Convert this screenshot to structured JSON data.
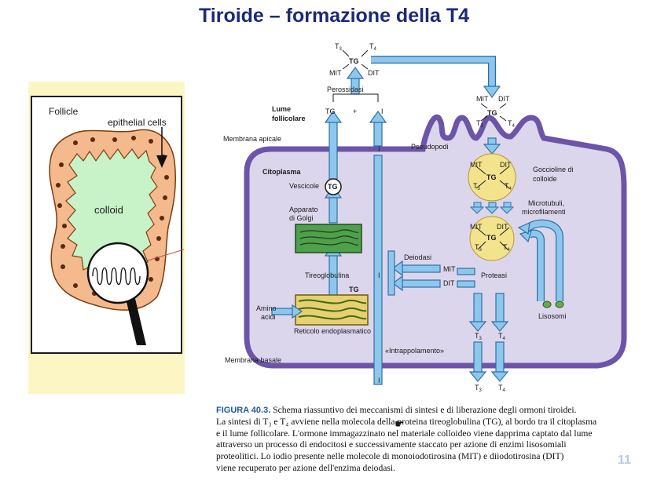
{
  "title": "Tiroide – formazione della T4",
  "follicle": {
    "follicle_label": "Follicle",
    "epithelial_label": "epithelial cells",
    "colloid_label": "colloid"
  },
  "cell": {
    "tg_top": "TG",
    "t3_top": "T",
    "t3_top_sub": "3",
    "t4_top": "T",
    "t4_top_sub": "4",
    "mit_top": "MIT",
    "dit_top": "DIT",
    "perossidasi": "Perossidasi",
    "lume_line1": "Lume",
    "lume_line2": "follicolare",
    "tg_plus_i_tg": "TG",
    "tg_plus_i_plus": "+",
    "tg_plus_i_i": "I",
    "mit_right": "MIT",
    "dit_right": "DIT",
    "tg_right": "TG",
    "t3_right": "T",
    "t3_right_sub": "3",
    "t4_right": "T",
    "t4_right_sub": "4",
    "membrana_apicale": "Membrana apicale",
    "pseudopodi": "Pseudopodi",
    "i_minus_1": "I",
    "citoplasma": "Citoplasma",
    "vescicole": "Vescicole",
    "tg_vesicle": "TG",
    "goccioline_line1": "Goccioline di",
    "goccioline_line2": "colloide",
    "drop1_mit": "MIT",
    "drop1_dit": "DIT",
    "drop1_tg": "TG",
    "drop1_t3": "T",
    "drop1_t3_sub": "3",
    "drop1_t4": "T",
    "drop1_t4_sub": "4",
    "apparato_line1": "Apparato",
    "apparato_line2": "di Golgi",
    "microtubuli_line1": "Microtubuli,",
    "microtubuli_line2": "microfilamenti",
    "drop2_mit": "MIT",
    "drop2_dit": "DIT",
    "drop2_tg": "TG",
    "drop2_t3": "T",
    "drop2_t3_sub": "3",
    "drop2_t4": "T",
    "drop2_t4_sub": "4",
    "deiodasi": "Deiodasi",
    "mit_mid": "MIT",
    "dit_mid": "DIT",
    "i_minus_2": "I",
    "tireoglobulina": "Tireoglobulina",
    "proteasi": "Proteasi",
    "tg_er": "TG",
    "amino_line1": "Amino",
    "amino_line2": "acidi",
    "reticolo": "Reticolo endoplasmatico",
    "lisosomi": "Lisosomi",
    "t3_bottom1": "T",
    "t3_bottom1_sub": "3",
    "t4_bottom1": "T",
    "t4_bottom1_sub": "4",
    "intrappolamento": "«Intrappolamento»",
    "membrana_basale": "Membrana basale",
    "i_minus_3": "I",
    "t3_bottom2": "T",
    "t3_bottom2_sub": "3",
    "t4_bottom2": "T",
    "t4_bottom2_sub": "4"
  },
  "caption": {
    "fig_label": "FIGURA 40.3.",
    "line1": "Schema riassuntivo dei meccanismi di sintesi e di liberazione degli ormoni tiroidei.",
    "line2": "La sintesi di T₃ e T₄ avviene nella molecola della proteina tireoglobulina (TG), al bordo tra il citoplasma",
    "line3": "e il lume follicolare. L'ormone immagazzinato nel materiale colloideo viene dapprima captato dal lume",
    "line4": "attraverso un processo di endocitosi e successivamente staccato per azione di enzimi lisosomiali",
    "line5": "proteolitici. Lo iodio presente nelle molecole di monoiodotirosina (MIT) e diiodotirosina (DIT)",
    "line6": "viene recuperato per azione dell'enzima deiodasi."
  },
  "page_number": "11",
  "colors": {
    "title": "#1b2a78",
    "membrane": "#6c55a8",
    "cytoplasm": "#dcd6ec",
    "arrow": "#8dc8ec",
    "arrow_stroke": "#2f6fa8",
    "colloid_drop": "#f3e38c",
    "golgi": "#4ea04a",
    "er": "#e8d070",
    "follicle_cells": "#f4b98c",
    "colloid": "#c8f3c8",
    "panel_bg": "#fbf6c4"
  }
}
